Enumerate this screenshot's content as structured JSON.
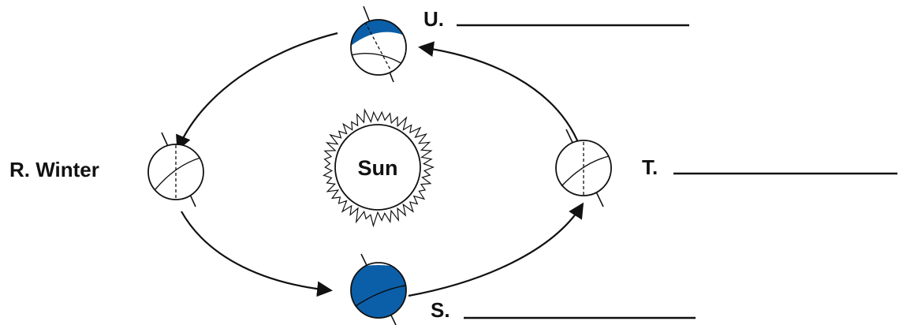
{
  "center": {
    "label": "Sun"
  },
  "positions": [
    {
      "id": "R",
      "label": "R. Winter",
      "has_blank": false
    },
    {
      "id": "S",
      "label": "S.",
      "has_blank": true
    },
    {
      "id": "T",
      "label": "T.",
      "has_blank": true
    },
    {
      "id": "U",
      "label": "U.",
      "has_blank": true
    }
  ],
  "colors": {
    "shade": "#0b5fa8",
    "ink": "#111111",
    "background": "#ffffff"
  }
}
